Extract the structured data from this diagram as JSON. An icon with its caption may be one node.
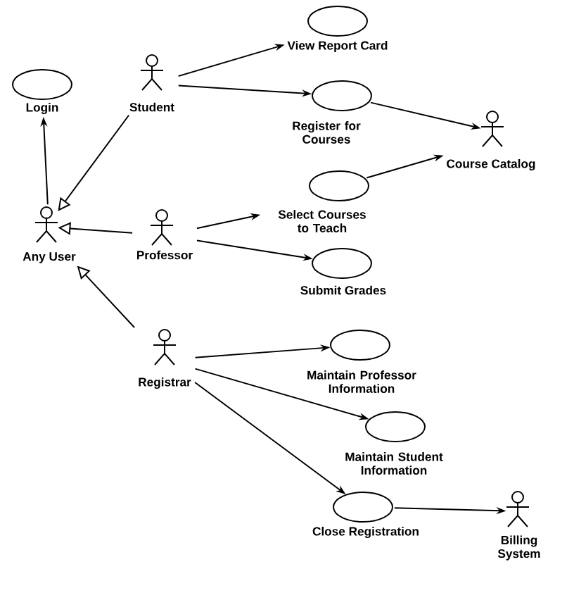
{
  "diagram": {
    "nodes": [
      {
        "text": [
          "Login"
        ]
      },
      {
        "text": [
          "Student"
        ]
      },
      {
        "text": [
          "View Report Card"
        ]
      },
      {
        "text": [
          "Register for Courses"
        ]
      },
      {
        "text": [
          "Any User"
        ]
      },
      {
        "text": [
          "Course Catalog"
        ]
      },
      {
        "text": [
          "Professor"
        ]
      },
      {
        "text": [
          "Select Courses to Teach"
        ]
      },
      {
        "text": [
          "Submit Grades"
        ]
      },
      {
        "text": [
          "Registrar"
        ]
      },
      {
        "text": [
          "Maintain Professor Information"
        ]
      },
      {
        "text": [
          "Maintain Student Information"
        ]
      },
      {
        "text": [
          "Close Registration"
        ]
      },
      {
        "text": [
          "Billing System"
        ]
      }
    ],
    "edges": [
      {
        "from": 1,
        "to": 2,
        "arrow": "to"
      },
      {
        "from": 1,
        "to": 3,
        "arrow": "to"
      },
      {
        "from": 1,
        "to": 4,
        "arrow": "to"
      },
      {
        "from": 4,
        "to": 0,
        "arrow": "to"
      },
      {
        "from": 3,
        "to": 5,
        "arrow": "to"
      },
      {
        "from": 7,
        "to": 5,
        "arrow": "to"
      },
      {
        "from": 6,
        "to": 4,
        "arrow": "to"
      },
      {
        "from": 6,
        "to": 7,
        "arrow": "to"
      },
      {
        "from": 6,
        "to": 8,
        "arrow": "to"
      },
      {
        "from": 9,
        "to": 4,
        "arrow": "to"
      },
      {
        "from": 9,
        "to": 10,
        "arrow": "to"
      },
      {
        "from": 9,
        "to": 11,
        "arrow": "to"
      },
      {
        "from": 9,
        "to": 12,
        "arrow": "to"
      },
      {
        "from": 12,
        "to": 13,
        "arrow": "to"
      }
    ]
  }
}
